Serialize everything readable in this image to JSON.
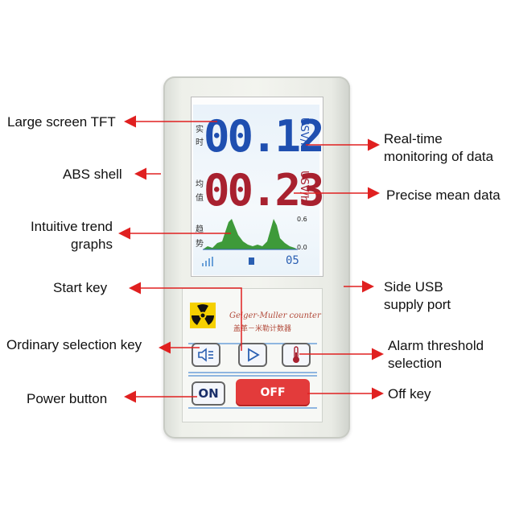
{
  "labels": {
    "large_screen": "Large screen TFT",
    "abs_shell": "ABS shell",
    "trend_graphs_line1": "Intuitive trend",
    "trend_graphs_line2": "graphs",
    "start_key": "Start key",
    "ordinary_selection_key": "Ordinary selection key",
    "power_button": "Power button",
    "realtime_line1": "Real-time",
    "realtime_line2": "monitoring of data",
    "mean_data": "Precise mean data",
    "usb_line1": "Side USB",
    "usb_line2": "supply port",
    "alarm_line1": "Alarm threshold",
    "alarm_line2": "selection",
    "off_key": "Off key"
  },
  "screen": {
    "realtime_cn_1": "实",
    "realtime_cn_2": "时",
    "realtime_value": "00.12",
    "realtime_unit": "USV/h",
    "mean_cn_1": "均",
    "mean_cn_2": "值",
    "mean_value": "00.23",
    "mean_unit": "USV/h",
    "trend_cn_1": "趋",
    "trend_cn_2": "势",
    "scale_max": "0.6",
    "scale_min": "0.0",
    "time_label": "05"
  },
  "panel": {
    "brand_en": "Geiger-Muller counter",
    "brand_cn": "盖革－米勒计数器",
    "on_label": "ON",
    "off_label": "OFF"
  },
  "colors": {
    "realtime_value": "#1f4fb0",
    "mean_value": "#a8212f",
    "trend_fill": "#3e9a3a",
    "arrow": "#e02020",
    "off_button": "#e33b3b"
  },
  "icons": {
    "radiation": "radiation-icon",
    "speaker": "speaker-icon",
    "play": "play-icon",
    "thermometer": "thermometer-icon"
  }
}
